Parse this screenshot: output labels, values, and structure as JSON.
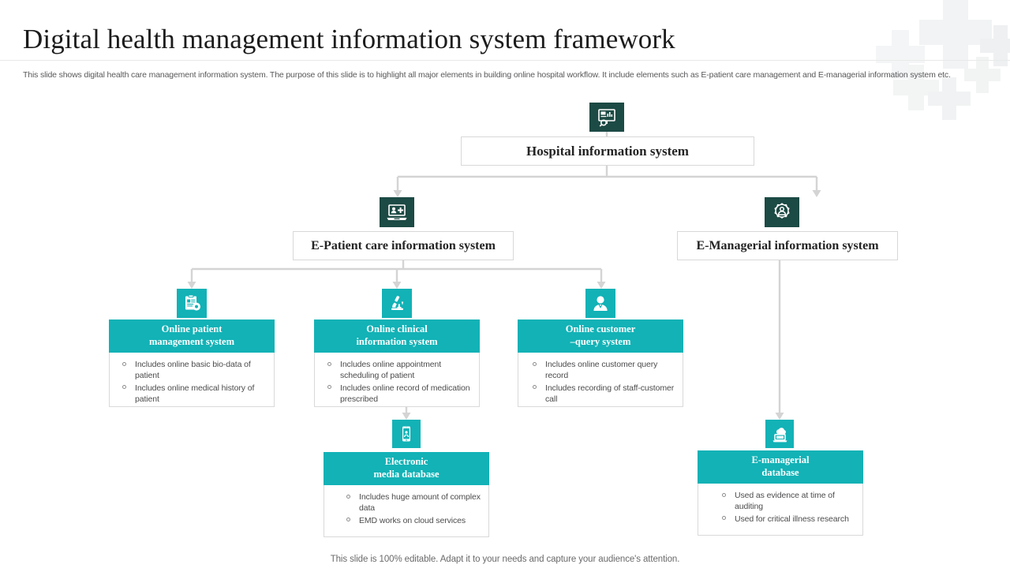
{
  "header": {
    "title": "Digital health management information system framework",
    "subtitle": "This slide shows digital health care management information system. The purpose of this slide is to highlight all major elements in building online hospital workflow. It include elements such as E-patient care management and E-managerial information system etc."
  },
  "diagram": {
    "root": {
      "label": "Hospital information system",
      "icon": "presentation-chart-icon"
    },
    "branches": [
      {
        "label": "E-Patient care information system",
        "icon": "laptop-patient-icon"
      },
      {
        "label": "E-Managerial information system",
        "icon": "gear-user-icon"
      }
    ],
    "cards": [
      {
        "title_line1": "Online patient",
        "title_line2": "management system",
        "icon": "clipboard-report-icon",
        "bullets": [
          "Includes online basic bio-data of patient",
          "Includes online medical history of patient"
        ]
      },
      {
        "title_line1": "Online clinical",
        "title_line2": "information  system",
        "icon": "microscope-icon",
        "bullets": [
          "Includes online appointment scheduling of patient",
          "Includes online record of medication prescribed"
        ]
      },
      {
        "title_line1": "Online customer",
        "title_line2": "–query system",
        "icon": "user-avatar-icon",
        "bullets": [
          "Includes online customer query record",
          "Includes recording of staff-customer call"
        ]
      },
      {
        "title_line1": "Electronic",
        "title_line2": "media database",
        "icon": "mobile-phone-icon",
        "bullets": [
          "Includes huge amount of complex data",
          "EMD works on cloud services"
        ]
      },
      {
        "title_line1": "E-managerial",
        "title_line2": "database",
        "icon": "cloud-laptop-icon",
        "bullets": [
          "Used as evidence at time of auditing",
          "Used for critical illness research"
        ]
      }
    ]
  },
  "footer": {
    "note": "This slide is 100% editable. Adapt it to your needs and capture your audience's attention."
  },
  "colors": {
    "teal": "#12b2b6",
    "dark_teal": "#1c4a44",
    "connector": "#d4d4d4",
    "title": "#1c1c1c",
    "body_text": "#4c4c4e"
  }
}
